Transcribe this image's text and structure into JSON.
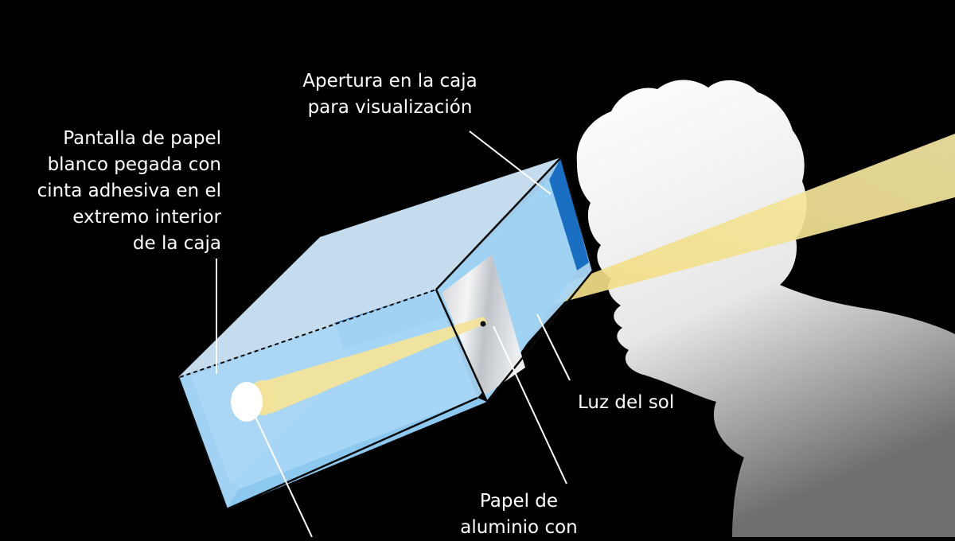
{
  "diagram": {
    "labels": {
      "screen": [
        "Pantalla de papel",
        "blanco pegada con",
        "cinta adhesiva en el",
        "extremo interior",
        "de la caja"
      ],
      "aperture": [
        "Apertura en la caja",
        "para visualización"
      ],
      "sunlight": [
        "Luz del sol"
      ],
      "foil": [
        "Papel de",
        "aluminio con"
      ]
    },
    "colors": {
      "background": "#000000",
      "box_light": "#b9ddf6",
      "box_mid": "#8cc8f0",
      "box_dark": "#1b6fc2",
      "sun_beam": "#f3e39a",
      "silhouette_light": "#ffffff",
      "silhouette_dark": "#6e6e6e",
      "foil": "#e4e6e8",
      "text": "#ffffff"
    },
    "icons": [
      "person-silhouette-icon",
      "viewing-box-icon"
    ]
  }
}
